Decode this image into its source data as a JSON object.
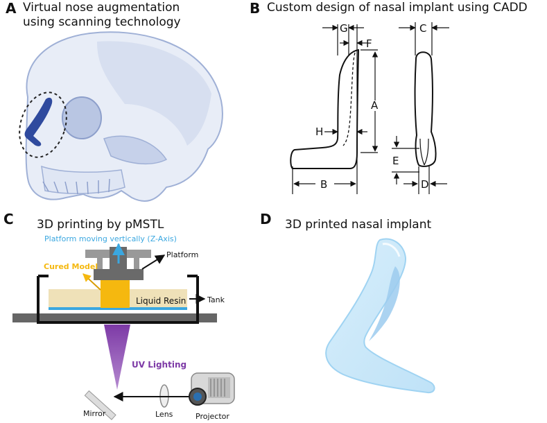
{
  "panelA": {
    "letter": "A",
    "title_line1": "Virtual nose augmentation",
    "title_line2": "using scanning technology"
  },
  "panelB": {
    "letter": "B",
    "title": "Custom design of nasal implant using CADD",
    "dims": [
      "G",
      "F",
      "A",
      "H",
      "B",
      "C",
      "E",
      "D"
    ]
  },
  "panelC": {
    "letter": "C",
    "title": "3D printing by pMSTL",
    "platform_motion": "Platform moving vertically (Z-Axis)",
    "cured_model": "Cured Model",
    "platform": "Platform",
    "liquid_resin": "Liquid Resin",
    "tank": "Tank",
    "uv_lighting": "UV Lighting",
    "mirror": "Mirror",
    "lens": "Lens",
    "projector": "Projector"
  },
  "panelD": {
    "letter": "D",
    "title": "3D printed nasal implant"
  },
  "colors": {
    "skull_blue": "#9fb0d6",
    "implant_dark_blue": "#2f4a9e",
    "axis_blue": "#3aa7e0",
    "cured_gold": "#f5b80f",
    "resin_beige": "#efe1b8",
    "uv_purple": "#7d3aa6",
    "implant_light_blue": "#bfe2f7"
  }
}
